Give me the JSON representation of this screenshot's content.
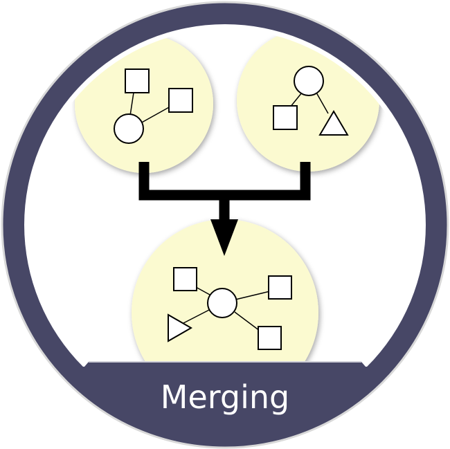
{
  "badge": {
    "caption": "Merging",
    "colors": {
      "ring": "#474766",
      "bubble": "#fbfad0",
      "background": "#ffffff",
      "arrow": "#000000",
      "caption_text": "#ffffff"
    }
  },
  "diagram": {
    "source_graphs": [
      {
        "nodes": [
          "square",
          "square",
          "circle"
        ]
      },
      {
        "nodes": [
          "circle",
          "square",
          "triangle"
        ]
      }
    ],
    "merged_graph": {
      "nodes": [
        "circle",
        "square",
        "square",
        "triangle",
        "square"
      ]
    },
    "connector": "merge-arrow"
  }
}
